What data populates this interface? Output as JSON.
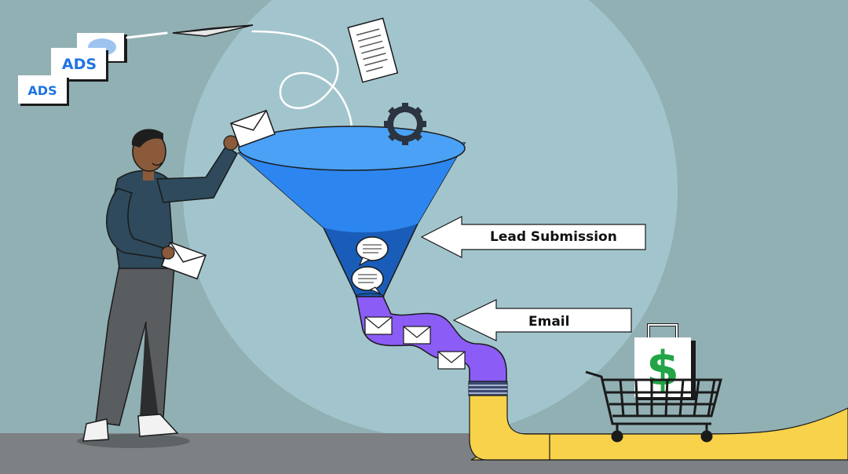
{
  "ads": {
    "front": "ADS",
    "middle": "ADS"
  },
  "stages": {
    "lead_submission": "Lead Submission",
    "email": "Email"
  },
  "colors": {
    "background": "#91b0b3",
    "circle": "#a2c5cd",
    "floor": "#7d8184",
    "funnel_top": "#2d86ef",
    "funnel_bottom": "#1a5db8",
    "pipe_purple": "#8b5cf6",
    "pipe_yellow": "#f8d24a",
    "dollar_green": "#22a447"
  },
  "icons": [
    "paper-plane-icon",
    "document-icon",
    "envelope-icon",
    "gear-icon",
    "chat-bubble-icon",
    "shopping-bag-dollar-icon",
    "shopping-cart-icon"
  ]
}
